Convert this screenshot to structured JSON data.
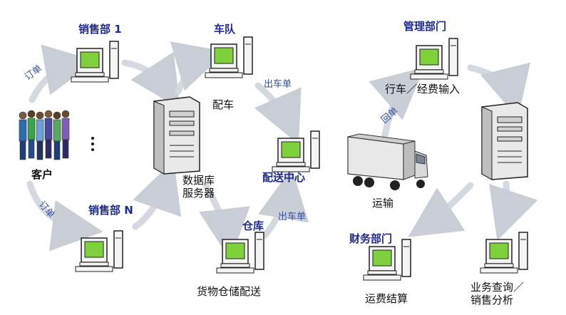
{
  "colors": {
    "screen": "#7fd13b",
    "device": "#f4f4f4",
    "outline": "#222222",
    "arrow": "#d4d8e0",
    "label_blue": "#1f2a8c",
    "label_black": "#111111"
  },
  "labels": {
    "sales_dept_1": "销售部 1",
    "sales_dept_n": "销售部 N",
    "customer": "客户",
    "fleet": "车队",
    "dispatch": "配车",
    "db_server": "数据库\n服务器",
    "db_server_line1": "数据库",
    "db_server_line2": "服务器",
    "distribution_center": "配送中心",
    "warehouse": "仓库",
    "warehouse_delivery": "货物仓储配送",
    "transport": "运输",
    "management": "管理部门",
    "travel_cost_input": "行车／经费输入",
    "finance": "财务部门",
    "freight_settlement": "运费结算",
    "business_query_line1": "业务查询／",
    "business_query_line2": "销售分析"
  },
  "arrow_labels": {
    "order_top": "订单",
    "order_bottom": "订单",
    "out_order_top": "出车单",
    "out_order_bottom": "出车单",
    "return_order": "回单"
  },
  "icons": {
    "workstation": "computer-workstation-icon",
    "server": "tower-server-icon",
    "truck": "truck-icon",
    "people": "people-group-icon",
    "dots": "vertical-ellipsis-icon"
  }
}
